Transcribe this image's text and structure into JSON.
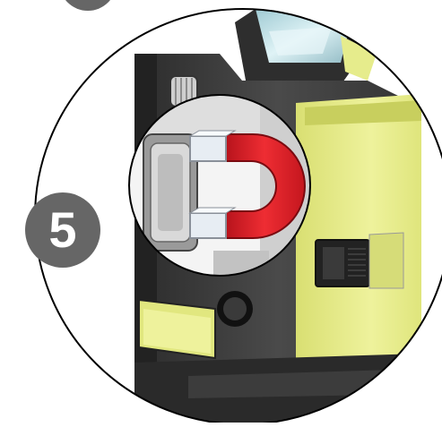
{
  "illustration": {
    "step_number": "5",
    "colors": {
      "device_body": "#3b3b3b",
      "device_dark": "#1e1e1e",
      "device_accent": "#e6ec8c",
      "lens": "#bfe3ea",
      "magnet_red": "#e3272d",
      "magnet_pole": "#e7edf3",
      "badge": "#666666",
      "outline": "#000000"
    },
    "icons": [
      "laser-level-device",
      "magnet-icon",
      "magnifier-circle"
    ]
  }
}
